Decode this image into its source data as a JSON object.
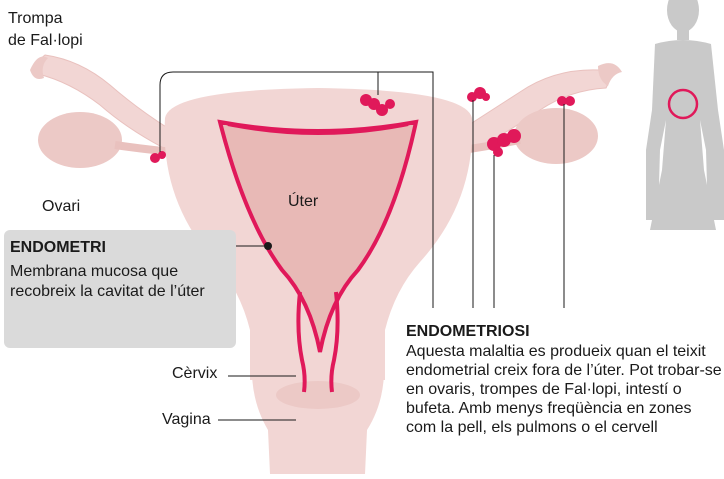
{
  "labels": {
    "fallopian": [
      "Trompa",
      "de Fal·lopi"
    ],
    "ovary": "Ovari",
    "uterus": "Úter",
    "cervix": "Cèrvix",
    "vagina": "Vagina"
  },
  "endometri": {
    "title": "ENDOMETRI",
    "description": "Membrana mucosa que recobreix la cavitat de l’úter"
  },
  "endometriosi": {
    "title": "ENDOMETRIOSI",
    "description": "Aquesta malaltia es produeix quan el teixit endometrial creix fora de l’úter. Pot trobar-se en ovaris, trompes de Fal·lopi, intestí o bufeta. Amb menys freqüència en zones com la pell, els pulmons o el cervell"
  },
  "colors": {
    "tissue": "#f2d6d4",
    "tissue_dark": "#e9c1be",
    "accent": "#e0195a",
    "lesion": "#e0195a",
    "silhouette": "#c9c9c9",
    "box": "#dadada",
    "line": "#1a1a1a"
  },
  "icons": {
    "body_silhouette": "female-silhouette-icon",
    "pelvis_marker": "circle-marker-icon"
  }
}
